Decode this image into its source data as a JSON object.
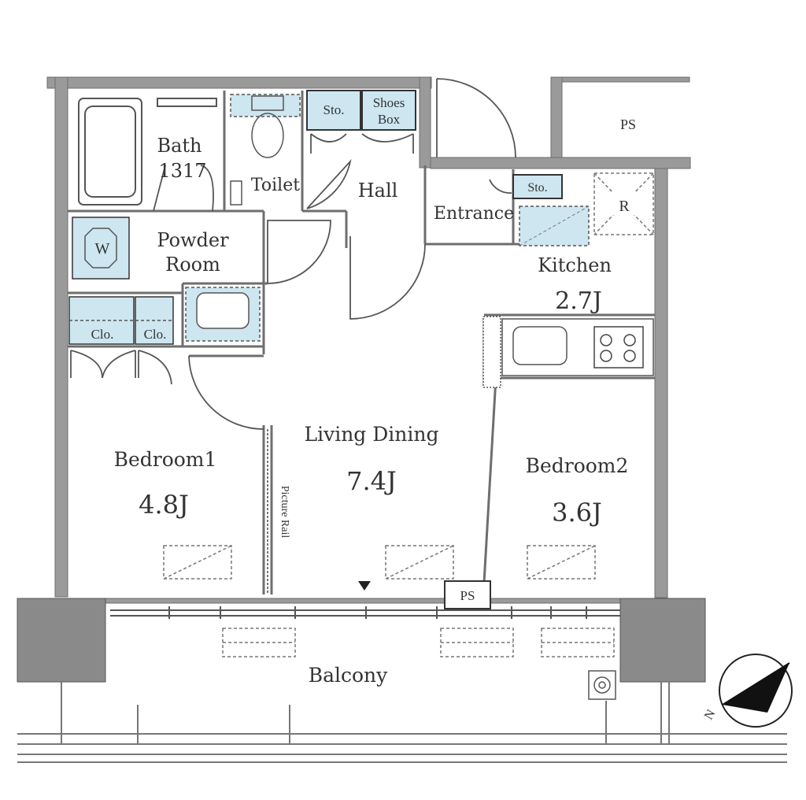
{
  "rooms": {
    "bath": "Bath",
    "bath_size": "1317",
    "toilet": "Toilet",
    "hall": "Hall",
    "entrance": "Entrance",
    "powder_room_line1": "Powder",
    "powder_room_line2": "Room",
    "kitchen": "Kitchen",
    "kitchen_size": "2.7J",
    "living_dining": "Living Dining",
    "living_dining_size": "7.4J",
    "bedroom1": "Bedroom1",
    "bedroom1_size": "4.8J",
    "bedroom2": "Bedroom2",
    "bedroom2_size": "3.6J",
    "balcony": "Balcony"
  },
  "fixtures": {
    "storage_hall": "Sto.",
    "shoes_box_line1": "Shoes",
    "shoes_box_line2": "Box",
    "storage_entrance": "Sto.",
    "closet_1": "Clo.",
    "closet_2": "Clo.",
    "washer": "W",
    "fridge": "R",
    "pipe_space_top": "PS",
    "pipe_space_bottom": "PS",
    "picture_rail": "Picture Rail"
  },
  "compass": {
    "north_label": "N"
  },
  "colors": {
    "wall": "#999999",
    "wall_dark": "#7a7a7a",
    "line": "#333333",
    "fixture_fill": "#cde6f0",
    "column_fill": "#8a8a8a"
  }
}
